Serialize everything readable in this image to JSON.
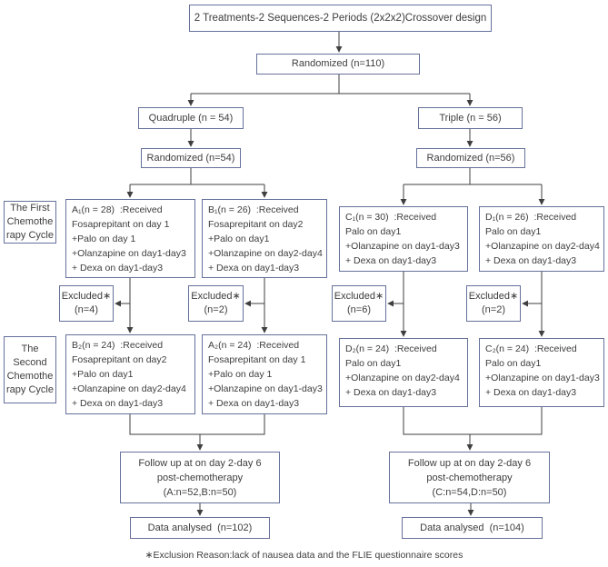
{
  "colors": {
    "box_border": "#66719b",
    "connector_line": "#3f3f3f",
    "text": "#3d3d3d",
    "background": "#ffffff"
  },
  "flow": {
    "title": "2 Treatments-2 Sequences-2 Periods (2x2x2)Crossover design",
    "randomized_all": "Randomized (n=110)",
    "arm_quadruple": "Quadruple (n = 54)",
    "arm_triple": "Triple (n = 56)",
    "randomized_quadruple": "Randomized (n=54)",
    "randomized_triple": "Randomized (n=56)",
    "cycle1_label": [
      "The First",
      "Chemothe",
      "rapy Cycle"
    ],
    "cycle2_label": [
      "The",
      "Second",
      "Chemothe",
      "rapy Cycle"
    ],
    "a1": [
      "A₁(n = 28)  :Received",
      "Fosaprepitant on day 1",
      "+Palo on day 1",
      "+Olanzapine on day1-day3",
      "+ Dexa on day1-day3"
    ],
    "b1": [
      "B₁(n = 26)  :Received",
      "Fosaprepitant on day2",
      "+Palo on day1",
      "+Olanzapine on day2-day4",
      "+ Dexa on day1-day3"
    ],
    "c1": [
      "C₁(n = 30)  :Received",
      "Palo on day1",
      "+Olanzapine on day1-day3",
      "+ Dexa on day1-day3"
    ],
    "d1": [
      "D₁(n = 26)  :Received",
      "Palo on day1",
      "+Olanzapine on day2-day4",
      "+ Dexa on day1-day3"
    ],
    "excluded_a": [
      "Excluded∗",
      "(n=4)"
    ],
    "excluded_b": [
      "Excluded∗",
      "(n=2)"
    ],
    "excluded_c": [
      "Excluded∗",
      "(n=6)"
    ],
    "excluded_d": [
      "Excluded∗",
      "(n=2)"
    ],
    "b2": [
      "B₂(n = 24)  :Received",
      "Fosaprepitant on day2",
      "+Palo on day1",
      "+Olanzapine on day2-day4",
      "+ Dexa on day1-day3"
    ],
    "a2": [
      "A₂(n = 24)  :Received",
      "Fosaprepitant on day 1",
      "+Palo on day 1",
      "+Olanzapine on day1-day3",
      "+ Dexa on day1-day3"
    ],
    "d2": [
      "D₂(n = 24)  :Received",
      "Palo on day1",
      "+Olanzapine on day2-day4",
      "+ Dexa on day1-day3"
    ],
    "c2": [
      "C₂(n = 24)  :Received",
      "Palo on day1",
      "+Olanzapine on day1-day3",
      "+ Dexa on day1-day3"
    ],
    "followup_ab": [
      "Follow up at on day 2-day 6",
      "post-chemotherapy",
      "(A:n=52,B:n=50)"
    ],
    "followup_cd": [
      "Follow up at on day 2-day 6",
      "post-chemotherapy",
      "(C:n=54,D:n=50)"
    ],
    "analysed_ab": "Data analysed  (n=102)",
    "analysed_cd": "Data analysed  (n=104)",
    "footnote": "∗Exclusion Reason:lack of nausea data and the FLIE questionnaire scores"
  }
}
